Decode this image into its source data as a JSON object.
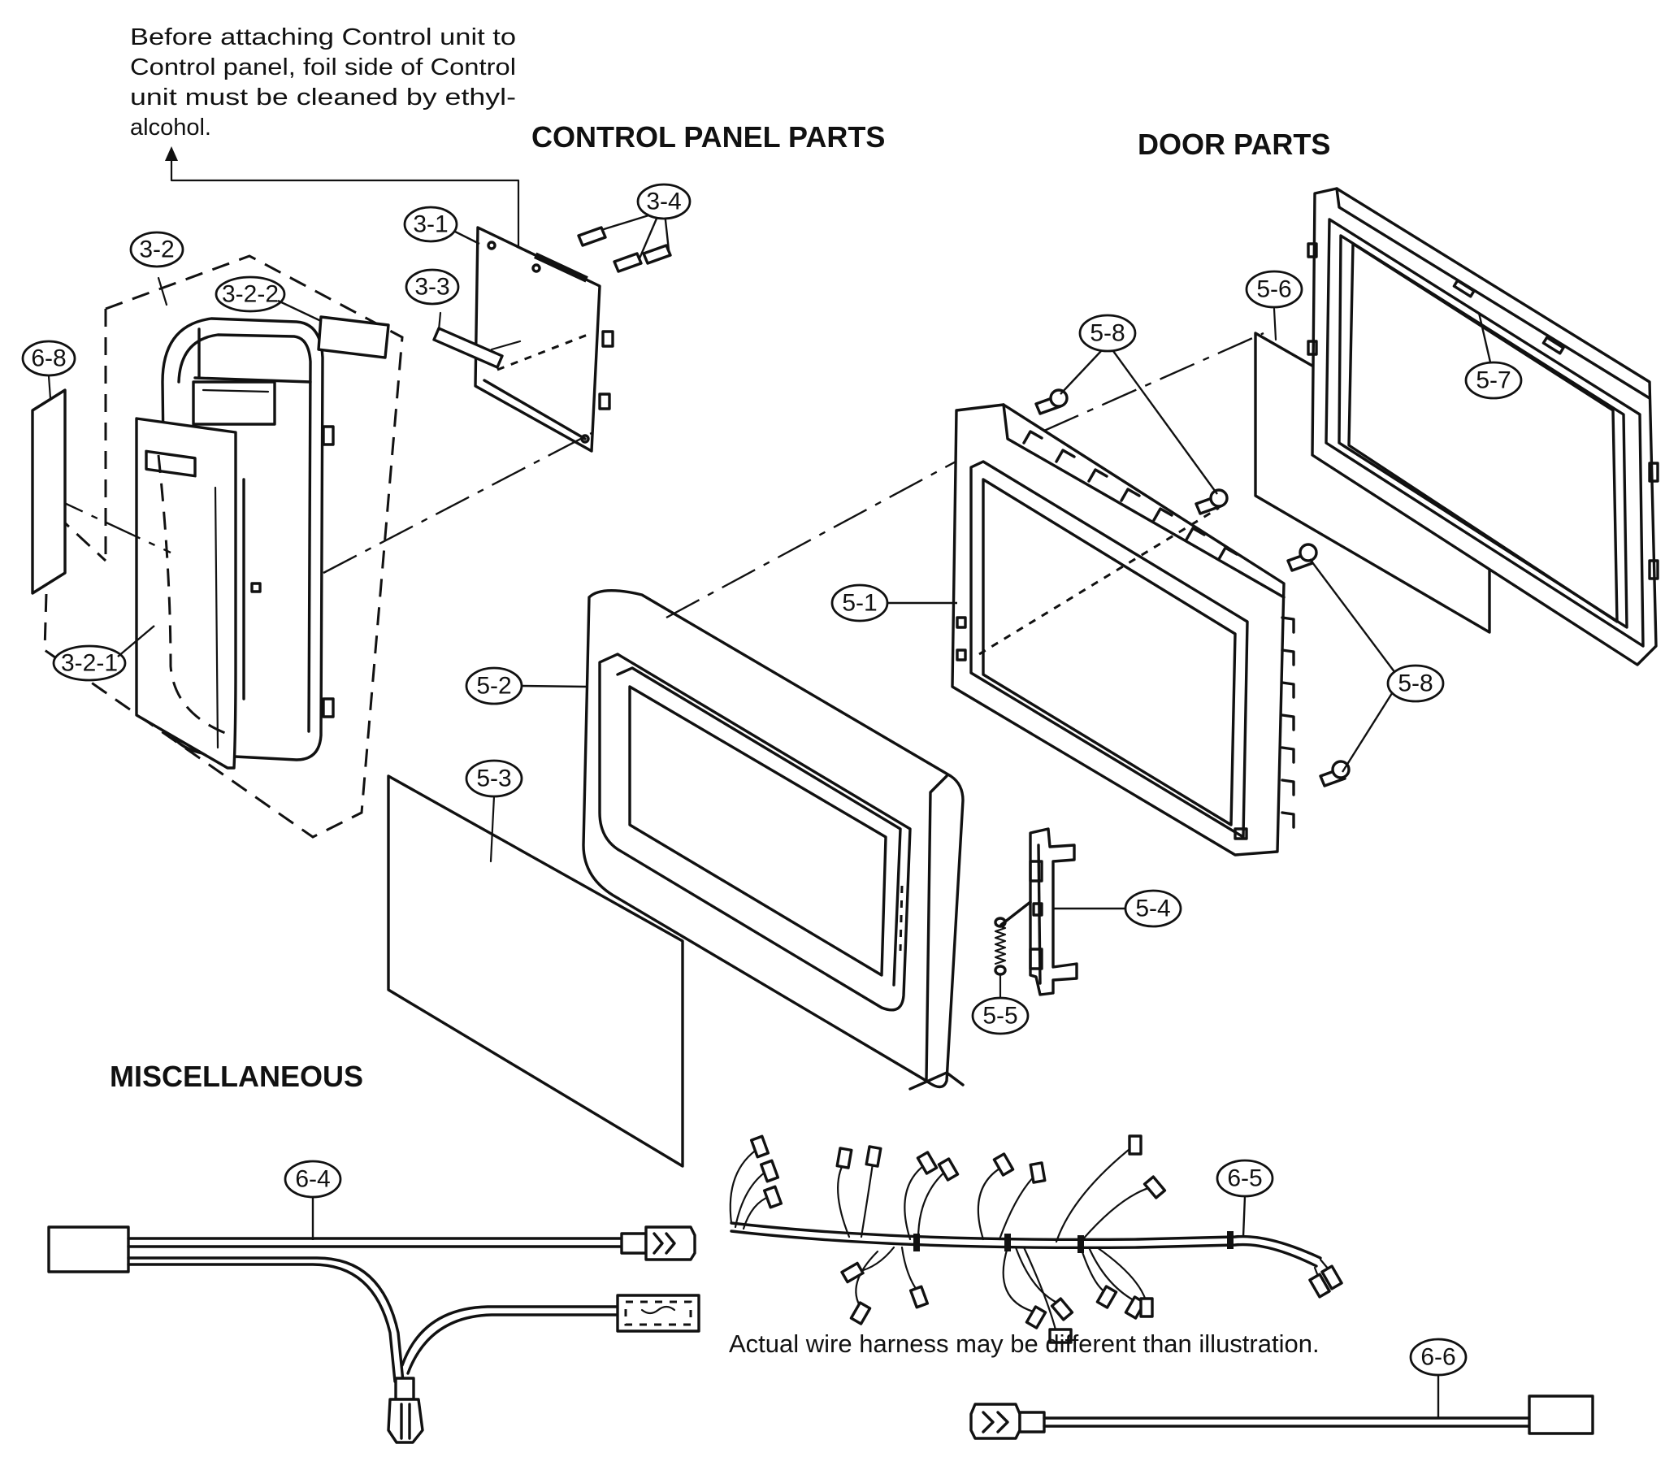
{
  "sections": {
    "control_panel": "CONTROL PANEL PARTS",
    "door": "DOOR PARTS",
    "misc": "MISCELLANEOUS"
  },
  "notes": {
    "cleaning": [
      "Before attaching Control unit to",
      "Control panel, foil side of Control",
      "unit must be cleaned by ethyl-",
      "alcohol."
    ],
    "harness": "Actual wire harness may be different than illustration."
  },
  "callouts": {
    "c3_1": "3-1",
    "c3_2": "3-2",
    "c3_2_1": "3-2-1",
    "c3_2_2": "3-2-2",
    "c3_3": "3-3",
    "c3_4": "3-4",
    "c5_1": "5-1",
    "c5_2": "5-2",
    "c5_3": "5-3",
    "c5_4": "5-4",
    "c5_5": "5-5",
    "c5_6": "5-6",
    "c5_7": "5-7",
    "c5_8a": "5-8",
    "c5_8b": "5-8",
    "c6_4": "6-4",
    "c6_5": "6-5",
    "c6_6": "6-6",
    "c6_8": "6-8"
  }
}
